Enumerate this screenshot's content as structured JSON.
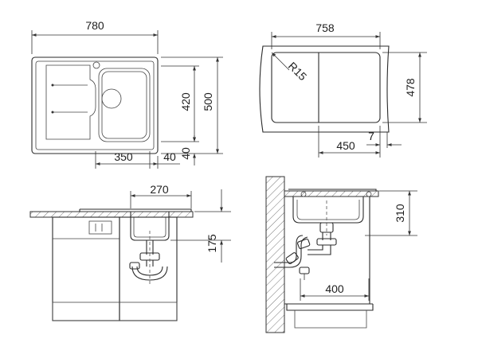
{
  "dimensions": {
    "top_width": "780",
    "top_height_outer": "500",
    "top_height_inner": "420",
    "bowl_width": "350",
    "drain_offset": "40",
    "bottom_margin": "40",
    "cutout_width": "758",
    "cutout_height": "478",
    "corner_radius": "R15",
    "cutout_partial": "450",
    "cutout_gap": "7",
    "front_depth": "270",
    "front_height": "175",
    "side_height": "310",
    "side_width": "400"
  },
  "colors": {
    "line": "#2a2a2a",
    "hatch": "#777777",
    "background": "#ffffff"
  }
}
